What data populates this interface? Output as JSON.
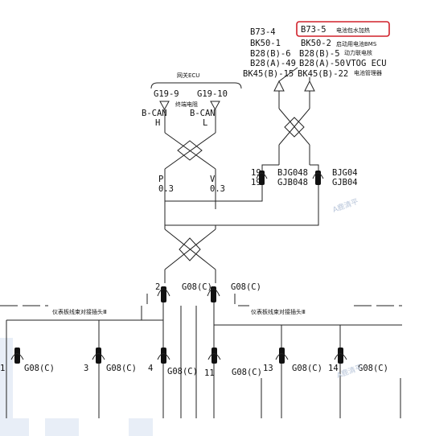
{
  "ecu_group": {
    "title": "网关ECU",
    "left_pin": "G19-9",
    "right_pin": "G19-10",
    "terminal_note": "终端电阻",
    "left_can": "B-CAN",
    "right_can": "B-CAN",
    "left_level": "H",
    "right_level": "L"
  },
  "module_list": [
    {
      "left": "B73-4",
      "right": "B73-5",
      "right_note": "电池包水加热",
      "highlighted": true
    },
    {
      "left": "BK50-1",
      "right": "BK50-2",
      "right_note": "启动用电池BMS",
      "highlighted": false
    },
    {
      "left": "B28(B)-6",
      "right": "B28(B)-5",
      "right_note": "动力联电核",
      "highlighted": false
    },
    {
      "left": "B28(A)-49",
      "right": "B28(A)-50",
      "right_note": "VTOG ECU",
      "highlighted": false
    },
    {
      "left": "BK45(B)-15",
      "right": "BK45(B)-22",
      "right_note": "电池管理器",
      "highlighted": false
    }
  ],
  "connectors": {
    "left_pair_pin_a": "19",
    "left_pair_pin_b": "19",
    "left_pair_name_a": "BJG048",
    "left_pair_name_b": "GJB048",
    "right_pair_name_a": "BJG04",
    "right_pair_name_b": "GJB04"
  },
  "wires": {
    "p_label": "P",
    "p_size": "0.3",
    "v_label": "V",
    "v_size": "0.3"
  },
  "middle_connectors": {
    "left_pin": "2",
    "left_name": "G08(C)",
    "right_name": "G08(C)"
  },
  "bus_labels": {
    "left": "仪表板线束对接插头Ⅲ",
    "right": "仪表板线束对接插头Ⅲ"
  },
  "bottom_connectors": [
    {
      "pin": "1",
      "name": "G08(C)"
    },
    {
      "pin": "3",
      "name": "G08(C)"
    },
    {
      "pin": "4",
      "name": "G08(C)"
    },
    {
      "pin": "11",
      "name": "G08(C)"
    },
    {
      "pin": "13",
      "name": "G08(C)"
    },
    {
      "pin": "14",
      "name": "G08(C)"
    }
  ],
  "watermark": "A鹿清平",
  "colors": {
    "highlight_border": "#d0202a",
    "wire": "#222222",
    "connector_fill": "#111111",
    "watermark_blocks": "#e8eef7"
  }
}
